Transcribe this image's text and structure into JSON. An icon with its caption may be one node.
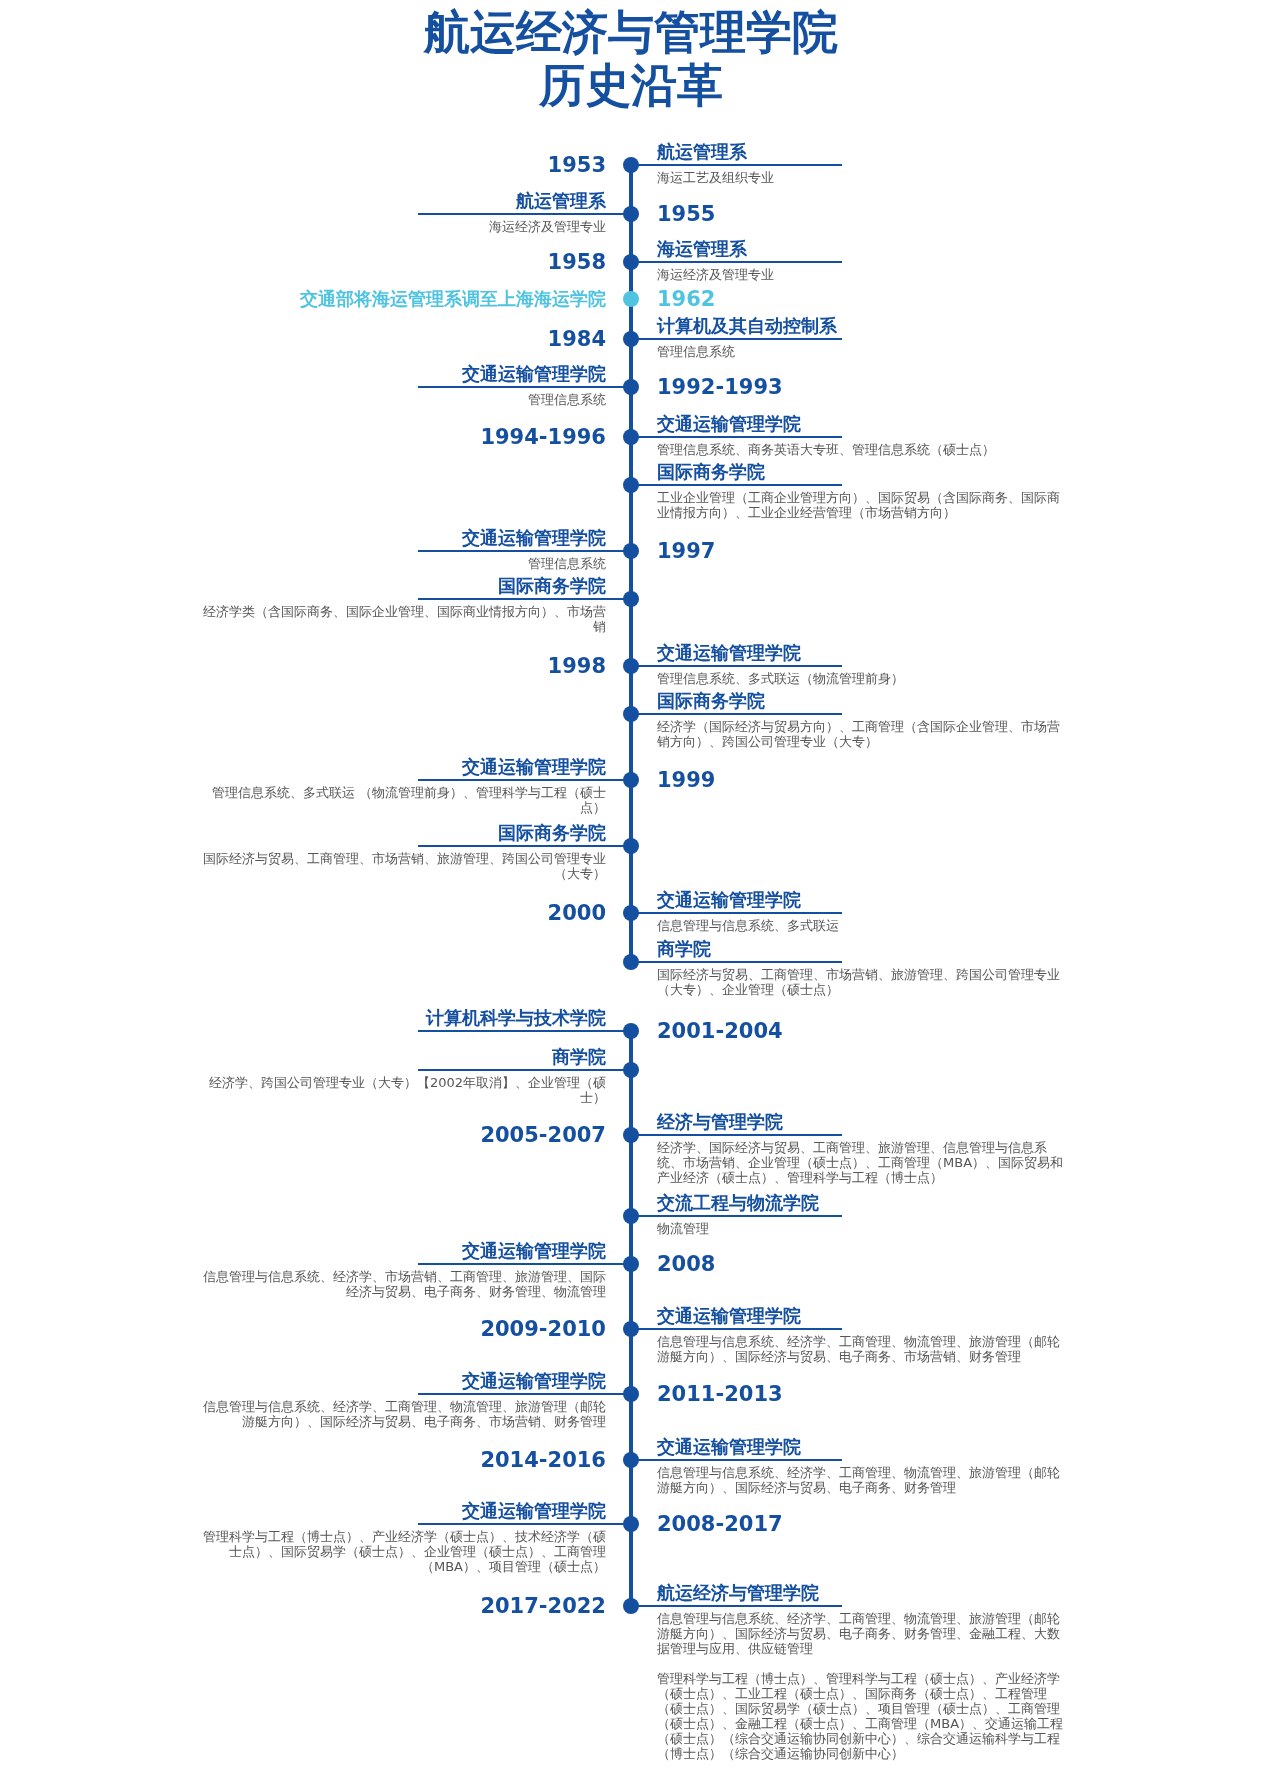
{
  "diagram": {
    "title": "航运经济与管理学院历史沿革",
    "nodes": [
      {
        "text": [
          "航运管理系",
          "海运工艺及组织专业"
        ],
        "beside": [
          "1953"
        ]
      },
      {
        "text": [
          "航运管理系",
          "海运经济及管理专业"
        ],
        "beside": [
          "1955"
        ]
      },
      {
        "text": [
          "海运管理系",
          "海运经济及管理专业"
        ],
        "beside": [
          "1958"
        ]
      },
      {
        "text": [
          "交通部将海运管理系调至上海海运学院"
        ],
        "beside": [
          "1962"
        ]
      },
      {
        "text": [
          "计算机及其自动控制系",
          "管理信息系统"
        ],
        "beside": [
          "1984"
        ]
      },
      {
        "text": [
          "交通运输管理学院",
          "管理信息系统"
        ],
        "beside": [
          "1992-1993"
        ]
      },
      {
        "text": [
          "交通运输管理学院",
          "管理信息系统、商务英语大专班、管理信息系统（硕士点）"
        ],
        "beside": [
          "1994-1996"
        ]
      },
      {
        "text": [
          "国际商务学院",
          "工业企业管理（工商企业管理方向）、国际贸易（含国际商务、国际商业情报方向）、工业企业经营管理（市场营销方向）"
        ]
      },
      {
        "text": [
          "交通运输管理学院",
          "管理信息系统"
        ],
        "beside": [
          "1997"
        ]
      },
      {
        "text": [
          "国际商务学院",
          "经济学类（含国际商务、国际企业管理、国际商业情报方向）、市场营销"
        ]
      },
      {
        "text": [
          "交通运输管理学院",
          "管理信息系统、多式联运（物流管理前身）"
        ],
        "beside": [
          "1998"
        ]
      },
      {
        "text": [
          "国际商务学院",
          "经济学（国际经济与贸易方向）、工商管理（含国际企业管理、市场营销方向）、跨国公司管理专业（大专）"
        ]
      },
      {
        "text": [
          "交通运输管理学院",
          "管理信息系统、多式联运 （物流管理前身）、管理科学与工程（硕士点）"
        ],
        "beside": [
          "1999"
        ]
      },
      {
        "text": [
          "国际商务学院",
          "国际经济与贸易、工商管理、市场营销、旅游管理、跨国公司管理专业（大专）"
        ]
      },
      {
        "text": [
          "交通运输管理学院",
          "信息管理与信息系统、多式联运"
        ],
        "beside": [
          "2000"
        ]
      },
      {
        "text": [
          "商学院",
          "国际经济与贸易、工商管理、市场营销、旅游管理、跨国公司管理专业（大专）、企业管理（硕士点）"
        ]
      },
      {
        "text": [
          "计算机科学与技术学院"
        ],
        "beside": [
          "2001-2004"
        ]
      },
      {
        "text": [
          "商学院",
          "经济学、跨国公司管理专业（大专）【2002年取消】、企业管理（硕士）"
        ]
      },
      {
        "text": [
          "经济与管理学院",
          "经济学、国际经济与贸易、工商管理、旅游管理、信息管理与信息系统、市场营销、企业管理（硕士点）、工商管理（MBA）、国际贸易和产业经济（硕士点）、管理科学与工程（博士点）"
        ],
        "beside": [
          "2005-2007"
        ]
      },
      {
        "text": [
          "交流工程与物流学院",
          "物流管理"
        ]
      },
      {
        "text": [
          "交通运输管理学院",
          "信息管理与信息系统、经济学、市场营销、工商管理、旅游管理、国际经济与贸易、电子商务、财务管理、物流管理"
        ],
        "beside": [
          "2008"
        ]
      },
      {
        "text": [
          "交通运输管理学院",
          "信息管理与信息系统、经济学、工商管理、物流管理、旅游管理（邮轮游艇方向）、国际经济与贸易、电子商务、市场营销、财务管理"
        ],
        "beside": [
          "2009-2010"
        ]
      },
      {
        "text": [
          "交通运输管理学院",
          "信息管理与信息系统、经济学、工商管理、物流管理、旅游管理（邮轮游艇方向）、国际经济与贸易、电子商务、市场营销、财务管理"
        ],
        "beside": [
          "2011-2013"
        ]
      },
      {
        "text": [
          "交通运输管理学院",
          "信息管理与信息系统、经济学、工商管理、物流管理、旅游管理（邮轮游艇方向）、国际经济与贸易、电子商务、财务管理"
        ],
        "beside": [
          "2014-2016"
        ]
      },
      {
        "text": [
          "交通运输管理学院",
          "管理科学与工程（博士点）、产业经济学（硕士点）、技术经济学（硕士点）、国际贸易学（硕士点）、企业管理（硕士点）、工商管理（MBA）、项目管理（硕士点）"
        ],
        "beside": [
          "2008-2017"
        ]
      },
      {
        "text": [
          "航运经济与管理学院",
          "信息管理与信息系统、经济学、工商管理、物流管理、旅游管理（邮轮游艇方向）、国际经济与贸易、电子商务、财务管理、金融工程、大数据管理与应用、供应链管理",
          "管理科学与工程（博士点）、管理科学与工程（硕士点）、产业经济学（硕士点）、工业工程（硕士点）、国际商务（硕士点）、工程管理（硕士点）、国际贸易学（硕士点）、项目管理（硕士点）、工商管理（硕士点）、金融工程（硕士点）、工商管理（MBA）、交通运输工程（硕士点）（综合交通运输协同创新中心）、综合交通运输科学与工程（博士点）（综合交通运输协同创新中心）"
        ],
        "beside": [
          "2017-2022"
        ]
      }
    ]
  }
}
